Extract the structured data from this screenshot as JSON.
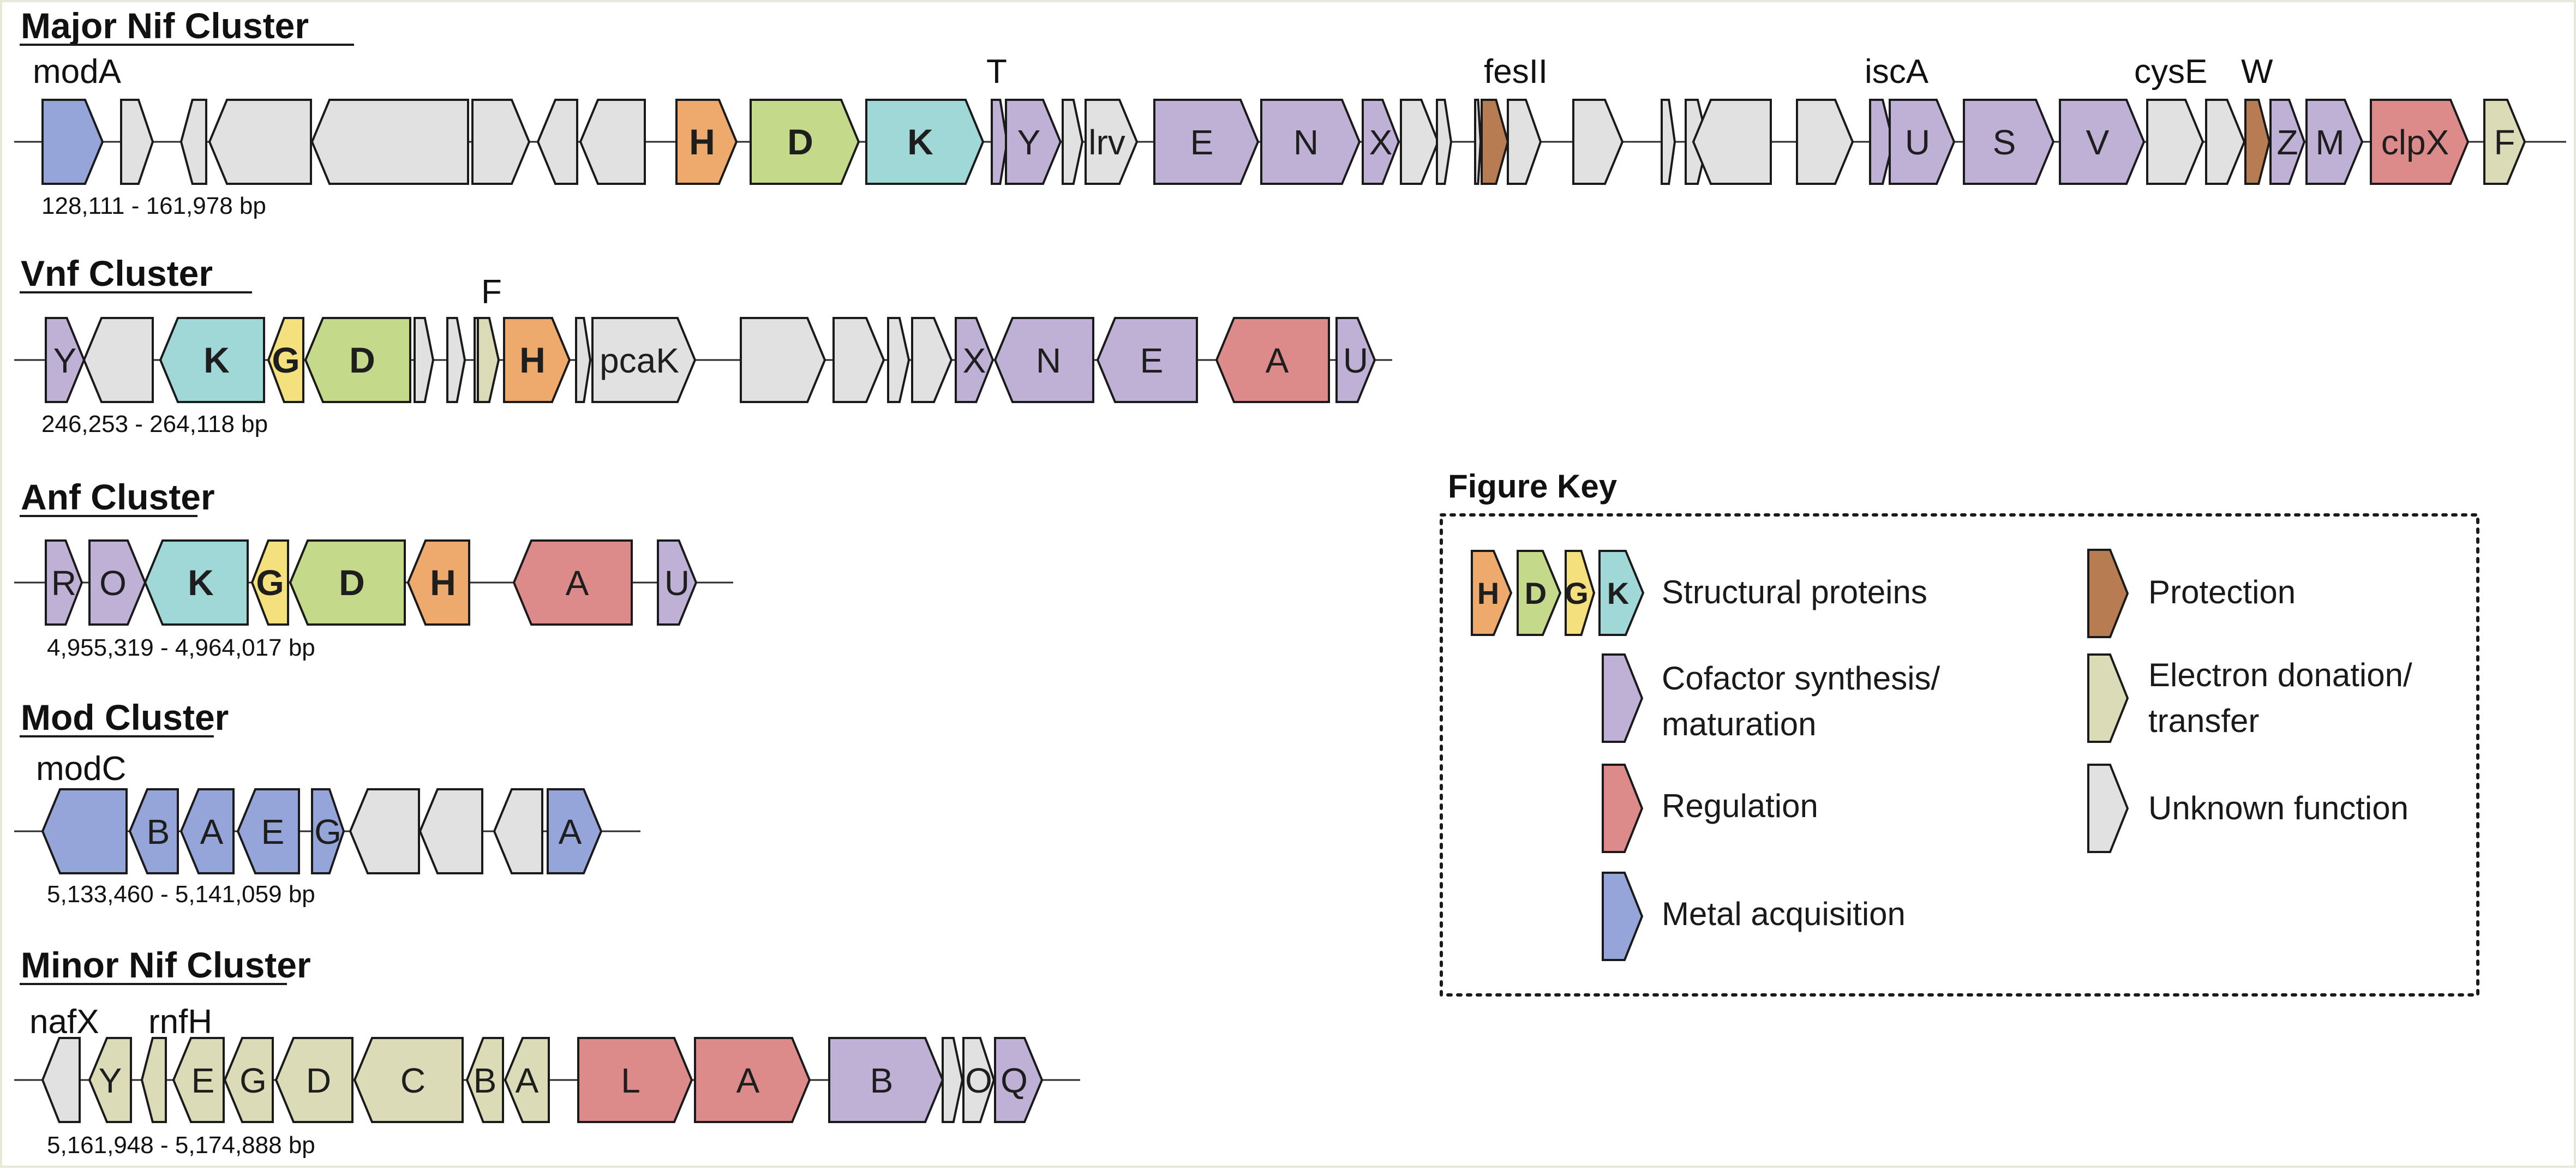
{
  "colors": {
    "structural_H": "#edaa6c",
    "structural_D": "#c4d98a",
    "structural_G": "#f4e07d",
    "structural_K": "#9fd8d6",
    "cofactor": "#bfb0d6",
    "regulation": "#dc8a8a",
    "metal": "#96a5d9",
    "protection": "#b87c52",
    "electron": "#dbdcb7",
    "unknown": "#e1e1e1",
    "stroke": "#1a1a1a"
  },
  "clusters": [
    {
      "id": "major-nif",
      "title": "Major Nif Cluster",
      "coords": "128,111 - 161,978 bp",
      "above_labels": [
        "modA",
        "T",
        "fesII",
        "iscA",
        "cysE",
        "W"
      ],
      "genes": [
        {
          "label": "",
          "cat": "metal",
          "dir": "+"
        },
        {
          "label": "",
          "cat": "unknown",
          "dir": "+"
        },
        {
          "label": "",
          "cat": "unknown",
          "dir": "-"
        },
        {
          "label": "",
          "cat": "unknown",
          "dir": "-"
        },
        {
          "label": "",
          "cat": "unknown",
          "dir": "-"
        },
        {
          "label": "",
          "cat": "unknown",
          "dir": "+"
        },
        {
          "label": "",
          "cat": "unknown",
          "dir": "-"
        },
        {
          "label": "",
          "cat": "unknown",
          "dir": "-"
        },
        {
          "label": "H",
          "cat": "structural_H",
          "dir": "+",
          "bold": true
        },
        {
          "label": "D",
          "cat": "structural_D",
          "dir": "+",
          "bold": true
        },
        {
          "label": "K",
          "cat": "structural_K",
          "dir": "+",
          "bold": true
        },
        {
          "label": "",
          "cat": "cofactor",
          "dir": "+"
        },
        {
          "label": "Y",
          "cat": "cofactor",
          "dir": "+"
        },
        {
          "label": "",
          "cat": "unknown",
          "dir": "+"
        },
        {
          "label": "lrv",
          "cat": "unknown",
          "dir": "+"
        },
        {
          "label": "E",
          "cat": "cofactor",
          "dir": "+"
        },
        {
          "label": "N",
          "cat": "cofactor",
          "dir": "+"
        },
        {
          "label": "X",
          "cat": "cofactor",
          "dir": "+"
        },
        {
          "label": "",
          "cat": "unknown",
          "dir": "+"
        },
        {
          "label": "",
          "cat": "unknown",
          "dir": "+"
        },
        {
          "label": "",
          "cat": "unknown",
          "dir": "+"
        },
        {
          "label": "",
          "cat": "protection",
          "dir": "+"
        },
        {
          "label": "",
          "cat": "unknown",
          "dir": "+"
        },
        {
          "label": "",
          "cat": "unknown",
          "dir": "+"
        },
        {
          "label": "",
          "cat": "unknown",
          "dir": "+"
        },
        {
          "label": "",
          "cat": "unknown",
          "dir": "+"
        },
        {
          "label": "",
          "cat": "unknown",
          "dir": "-"
        },
        {
          "label": "",
          "cat": "unknown",
          "dir": "+"
        },
        {
          "label": "",
          "cat": "cofactor",
          "dir": "+"
        },
        {
          "label": "U",
          "cat": "cofactor",
          "dir": "+"
        },
        {
          "label": "S",
          "cat": "cofactor",
          "dir": "+"
        },
        {
          "label": "V",
          "cat": "cofactor",
          "dir": "+"
        },
        {
          "label": "",
          "cat": "unknown",
          "dir": "+"
        },
        {
          "label": "",
          "cat": "unknown",
          "dir": "+"
        },
        {
          "label": "",
          "cat": "protection",
          "dir": "+"
        },
        {
          "label": "Z",
          "cat": "cofactor",
          "dir": "+"
        },
        {
          "label": "M",
          "cat": "cofactor",
          "dir": "+"
        },
        {
          "label": "clpX",
          "cat": "regulation",
          "dir": "+"
        },
        {
          "label": "F",
          "cat": "electron",
          "dir": "+"
        }
      ]
    },
    {
      "id": "vnf",
      "title": "Vnf Cluster",
      "coords": "246,253 - 264,118 bp",
      "above_labels": [
        "F"
      ],
      "genes": [
        {
          "label": "Y",
          "cat": "cofactor",
          "dir": "+"
        },
        {
          "label": "",
          "cat": "unknown",
          "dir": "-"
        },
        {
          "label": "K",
          "cat": "structural_K",
          "dir": "-",
          "bold": true
        },
        {
          "label": "G",
          "cat": "structural_G",
          "dir": "-",
          "bold": true
        },
        {
          "label": "D",
          "cat": "structural_D",
          "dir": "-",
          "bold": true
        },
        {
          "label": "",
          "cat": "unknown",
          "dir": "+"
        },
        {
          "label": "",
          "cat": "unknown",
          "dir": "+"
        },
        {
          "label": "",
          "cat": "unknown",
          "dir": "+"
        },
        {
          "label": "",
          "cat": "electron",
          "dir": "+"
        },
        {
          "label": "H",
          "cat": "structural_H",
          "dir": "+",
          "bold": true
        },
        {
          "label": "",
          "cat": "unknown",
          "dir": "+"
        },
        {
          "label": "pcaK",
          "cat": "unknown",
          "dir": "+"
        },
        {
          "label": "",
          "cat": "unknown",
          "dir": "+"
        },
        {
          "label": "",
          "cat": "unknown",
          "dir": "+"
        },
        {
          "label": "",
          "cat": "unknown",
          "dir": "+"
        },
        {
          "label": "",
          "cat": "unknown",
          "dir": "+"
        },
        {
          "label": "X",
          "cat": "cofactor",
          "dir": "+"
        },
        {
          "label": "N",
          "cat": "cofactor",
          "dir": "-"
        },
        {
          "label": "E",
          "cat": "cofactor",
          "dir": "-"
        },
        {
          "label": "A",
          "cat": "regulation",
          "dir": "-"
        },
        {
          "label": "U",
          "cat": "cofactor",
          "dir": "+"
        }
      ]
    },
    {
      "id": "anf",
      "title": "Anf Cluster",
      "coords": "4,955,319 - 4,964,017 bp",
      "above_labels": [],
      "genes": [
        {
          "label": "R",
          "cat": "cofactor",
          "dir": "+"
        },
        {
          "label": "O",
          "cat": "cofactor",
          "dir": "+"
        },
        {
          "label": "K",
          "cat": "structural_K",
          "dir": "-",
          "bold": true
        },
        {
          "label": "G",
          "cat": "structural_G",
          "dir": "-",
          "bold": true
        },
        {
          "label": "D",
          "cat": "structural_D",
          "dir": "-",
          "bold": true
        },
        {
          "label": "H",
          "cat": "structural_H",
          "dir": "-",
          "bold": true
        },
        {
          "label": "A",
          "cat": "regulation",
          "dir": "-"
        },
        {
          "label": "U",
          "cat": "cofactor",
          "dir": "+"
        }
      ]
    },
    {
      "id": "mod",
      "title": "Mod Cluster",
      "coords": "5,133,460 - 5,141,059 bp",
      "above_labels": [
        "modC"
      ],
      "genes": [
        {
          "label": "",
          "cat": "metal",
          "dir": "-"
        },
        {
          "label": "B",
          "cat": "metal",
          "dir": "-"
        },
        {
          "label": "A",
          "cat": "metal",
          "dir": "-"
        },
        {
          "label": "E",
          "cat": "metal",
          "dir": "-"
        },
        {
          "label": "G",
          "cat": "metal",
          "dir": "+"
        },
        {
          "label": "",
          "cat": "unknown",
          "dir": "-"
        },
        {
          "label": "",
          "cat": "unknown",
          "dir": "-"
        },
        {
          "label": "",
          "cat": "unknown",
          "dir": "-"
        },
        {
          "label": "A",
          "cat": "metal",
          "dir": "+"
        }
      ]
    },
    {
      "id": "minor-nif",
      "title": "Minor Nif Cluster",
      "coords": "5,161,948 - 5,174,888 bp",
      "above_labels": [
        "nafX",
        "rnfH"
      ],
      "genes": [
        {
          "label": "",
          "cat": "unknown",
          "dir": "-"
        },
        {
          "label": "Y",
          "cat": "electron",
          "dir": "-"
        },
        {
          "label": "",
          "cat": "electron",
          "dir": "-"
        },
        {
          "label": "E",
          "cat": "electron",
          "dir": "-"
        },
        {
          "label": "G",
          "cat": "electron",
          "dir": "-"
        },
        {
          "label": "D",
          "cat": "electron",
          "dir": "-"
        },
        {
          "label": "C",
          "cat": "electron",
          "dir": "-"
        },
        {
          "label": "B",
          "cat": "electron",
          "dir": "-"
        },
        {
          "label": "A",
          "cat": "electron",
          "dir": "-"
        },
        {
          "label": "L",
          "cat": "regulation",
          "dir": "+"
        },
        {
          "label": "A",
          "cat": "regulation",
          "dir": "+"
        },
        {
          "label": "B",
          "cat": "cofactor",
          "dir": "+"
        },
        {
          "label": "",
          "cat": "unknown",
          "dir": "+"
        },
        {
          "label": "O",
          "cat": "unknown",
          "dir": "+"
        },
        {
          "label": "Q",
          "cat": "cofactor",
          "dir": "+"
        }
      ]
    }
  ],
  "key": {
    "title": "Figure Key",
    "structural_letters": [
      "H",
      "D",
      "G",
      "K"
    ],
    "items": [
      {
        "id": "structural",
        "text": "Structural proteins",
        "cat": "structural"
      },
      {
        "id": "cofactor",
        "text": "Cofactor synthesis/\nmaturation",
        "cat": "cofactor"
      },
      {
        "id": "regulation",
        "text": "Regulation",
        "cat": "regulation"
      },
      {
        "id": "metal",
        "text": "Metal acquisition",
        "cat": "metal"
      },
      {
        "id": "protection",
        "text": "Protection",
        "cat": "protection"
      },
      {
        "id": "electron",
        "text": "Electron donation/\ntransfer",
        "cat": "electron"
      },
      {
        "id": "unknown",
        "text": "Unknown function",
        "cat": "unknown"
      }
    ]
  }
}
